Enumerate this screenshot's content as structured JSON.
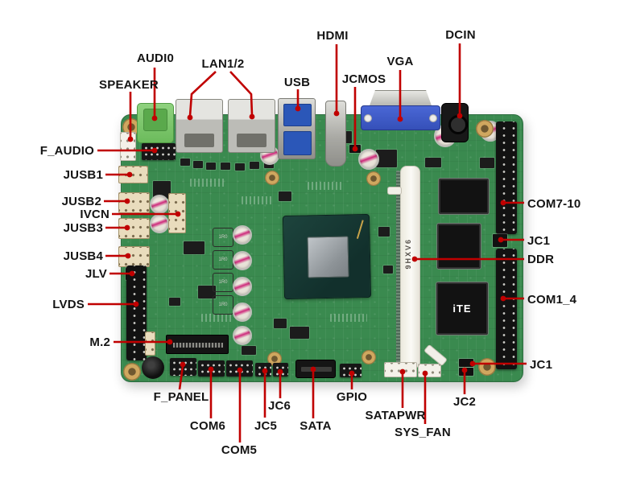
{
  "diagram_title": "motherboard-connector-callout-diagram",
  "colors": {
    "background": "#ffffff",
    "pcb_green": "#3a8a4f",
    "leader_red": "#c00000",
    "label_text": "#141414",
    "vga_blue": "#3c58c2",
    "audio_green": "#7cc66e",
    "connector_beige": "#e9dcbd",
    "dimm_white": "#f3f1ea"
  },
  "labels": {
    "audi0": "AUDI0",
    "speaker": "SPEAKER",
    "lan": "LAN1/2",
    "usb": "USB",
    "hdmi": "HDMI",
    "jcmos": "JCMOS",
    "vga": "VGA",
    "dcin": "DCIN",
    "f_audio": "F_AUDIO",
    "jusb1": "JUSB1",
    "jusb2": "JUSB2",
    "ivcn": "IVCN",
    "jusb3": "JUSB3",
    "jusb4": "JUSB4",
    "jlv": "JLV",
    "lvds": "LVDS",
    "m2": "M.2",
    "f_panel": "F_PANEL",
    "com6": "COM6",
    "com5": "COM5",
    "jc5": "JC5",
    "jc6": "JC6",
    "sata": "SATA",
    "gpio": "GPIO",
    "satapwr": "SATAPWR",
    "sys_fan": "SYS_FAN",
    "jc2": "JC2",
    "jc1_bottom": "JC1",
    "com7_10": "COM7-10",
    "jc1_right": "JC1",
    "ddr": "DDR",
    "com1_4": "COM1_4"
  },
  "markings": {
    "dimm": "9HXV6",
    "super_io": "iTE",
    "inductor": "1R0"
  }
}
